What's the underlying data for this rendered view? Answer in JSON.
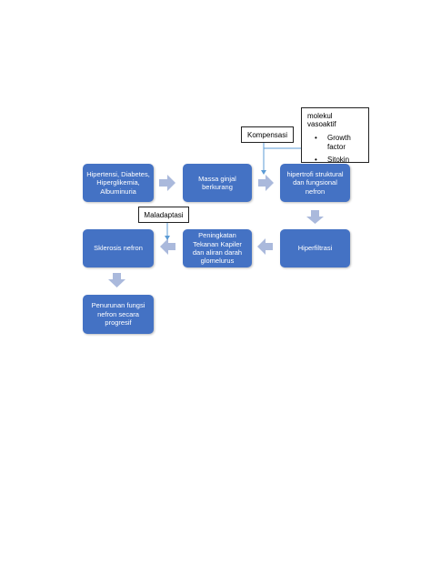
{
  "diagram": {
    "boxes": [
      {
        "id": "hipertensi",
        "text": "Hipertensi, Diabetes, Hiperglikemia, Albuminuria"
      },
      {
        "id": "massa",
        "text": "Massa ginjal berkurang"
      },
      {
        "id": "hipertrofi",
        "text": "hipertrofi struktural dan fungsional nefron"
      },
      {
        "id": "hiperfiltrasi",
        "text": "Hiperfiltrasi"
      },
      {
        "id": "peningkatan",
        "text": "Peningkatan Tekanan Kapiler dan aliran darah glomelurus"
      },
      {
        "id": "sklerosis",
        "text": "Sklerosis nefron"
      },
      {
        "id": "penurunan",
        "text": "Penurunan fungsi nefron secara progresif"
      }
    ],
    "callouts": {
      "kompensasi": "Kompensasi",
      "maladaptasi": "Maladaptasi",
      "molekul_title": "molekul vasoaktif",
      "molekul_items": [
        "Growth factor",
        "Sitokin"
      ]
    },
    "colors": {
      "box": "#4472c4",
      "arrow": "#aab9dc",
      "connector": "#5b9bd5"
    }
  }
}
